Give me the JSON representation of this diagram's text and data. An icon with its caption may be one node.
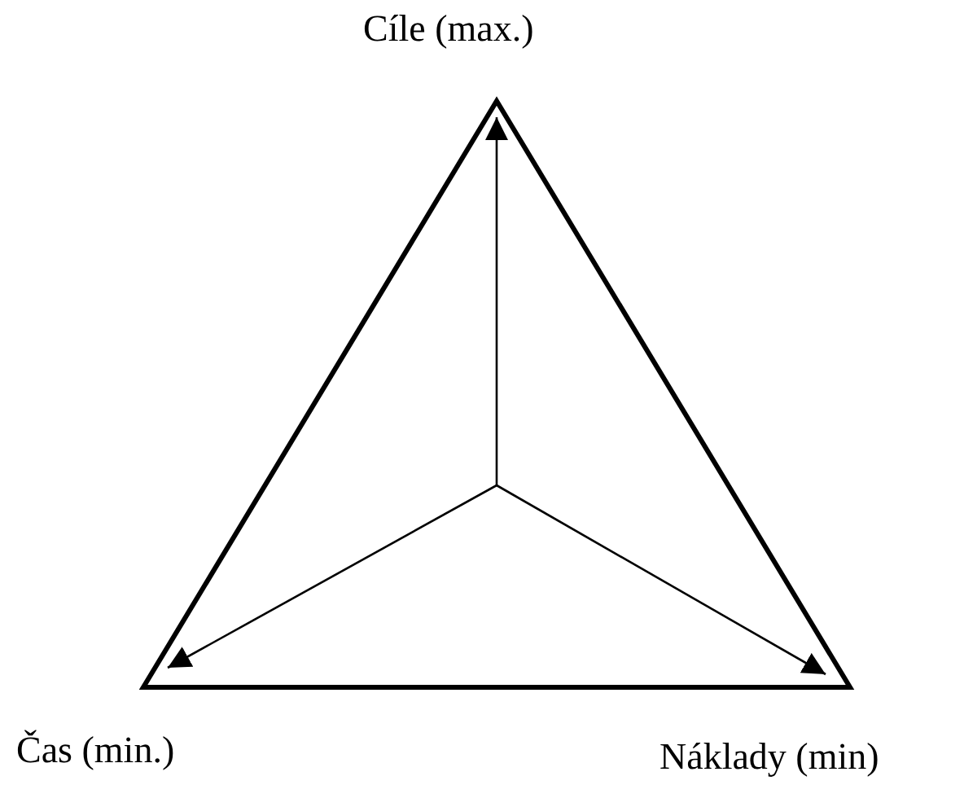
{
  "diagram": {
    "nodes": [
      {
        "text": [
          "Cíle (max.)"
        ]
      },
      {
        "text": [
          "Čas (min.)"
        ]
      },
      {
        "text": [
          "Náklady (min)"
        ]
      }
    ],
    "edges": [
      {
        "from": null,
        "to": 0,
        "arrow": "to"
      },
      {
        "from": null,
        "to": 1,
        "arrow": "to"
      },
      {
        "from": null,
        "to": 2,
        "arrow": "to"
      }
    ]
  }
}
